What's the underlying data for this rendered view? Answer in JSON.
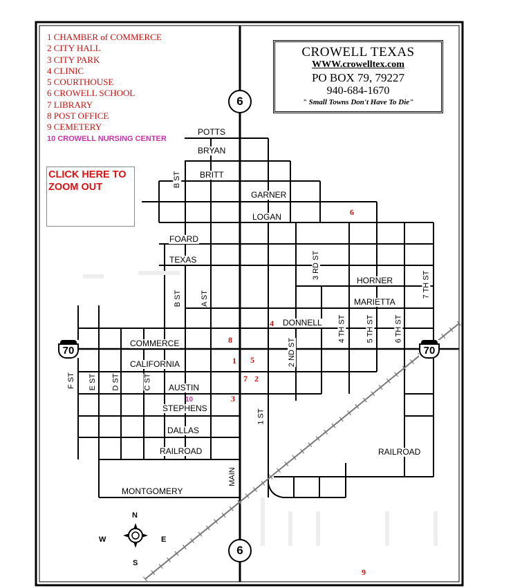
{
  "legend": [
    {
      "num": "1",
      "label": "CHAMBER of COMMERCE"
    },
    {
      "num": "2",
      "label": "CITY HALL"
    },
    {
      "num": "3",
      "label": "CITY PARK"
    },
    {
      "num": "4",
      "label": "CLINIC"
    },
    {
      "num": "5",
      "label": "COURTHOUSE"
    },
    {
      "num": "6",
      "label": "CROWELL SCHOOL"
    },
    {
      "num": "7",
      "label": "LIBRARY"
    },
    {
      "num": "8",
      "label": "POST OFFICE"
    },
    {
      "num": "9",
      "label": "CEMETERY"
    },
    {
      "num": "10",
      "label": "CROWELL NURSING CENTER"
    }
  ],
  "info": {
    "title": "CROWELL TEXAS",
    "website": "WWW.crowelltex.com",
    "pobox": "PO BOX 79,  79227",
    "phone": "940-684-1670",
    "slogan": "\" Small Towns Don't Have To Die\""
  },
  "zoom_link": "CLICK HERE TO ZOOM OUT",
  "highways": {
    "state": "6",
    "us": "70"
  },
  "streets_horizontal": [
    "POTTS",
    "BRYAN",
    "BRITT",
    "GARNER",
    "LOGAN",
    "FOARD",
    "TEXAS",
    "HORNER",
    "MARIETTA",
    "DONNELL",
    "COMMERCE",
    "CALIFORNIA",
    "AUSTIN",
    "STEPHENS",
    "DALLAS",
    "RAILROAD",
    "RAILROAD",
    "MONTGOMERY"
  ],
  "streets_vertical": [
    "B ST",
    "B ST",
    "A ST",
    "3 RD ST",
    "2 ND ST",
    "4 TH ST",
    "5 TH ST",
    "6 TH ST",
    "7 TH ST",
    "F ST",
    "E ST",
    "D ST",
    "C ST",
    "1 ST",
    "MAIN"
  ],
  "markers": [
    "6",
    "4",
    "8",
    "1",
    "5",
    "7",
    "2",
    "3",
    "10",
    "9"
  ],
  "compass": {
    "n": "N",
    "s": "S",
    "e": "E",
    "w": "W"
  }
}
